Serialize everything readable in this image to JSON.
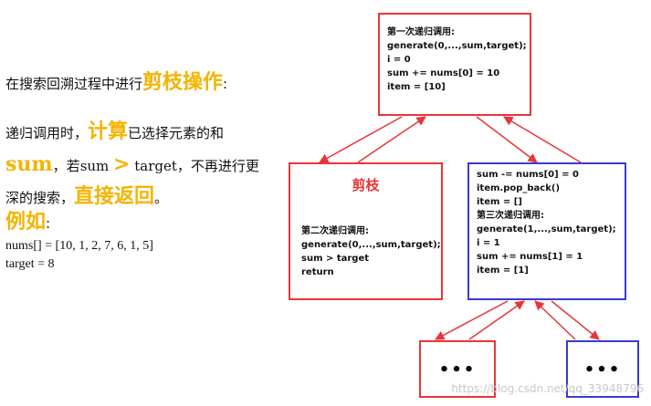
{
  "left": {
    "line1_prefix": "在搜索回溯过程中进行",
    "line1_em": "剪枝操作",
    "line1_suffix": ":",
    "l2_a": "递归调用时，",
    "l2_em": "计算",
    "l2_b": "已选择元素的和",
    "l3_em": "sum",
    "l3_a": "，若",
    "l3_b": "sum ",
    "l3_gt": ">",
    "l3_c": " target",
    "l3_d": "，不再进行更",
    "l4_a": "深的搜索，",
    "l4_em": "直接返回",
    "l4_b": "。",
    "example_em": "例如",
    "example_colon": ":",
    "nums": "nums[] = [10, 1, 2, 7, 6, 1, 5]",
    "target": "target = 8"
  },
  "boxes": {
    "top": [
      "第一次递归调用:",
      "generate(0,...,sum,target);",
      "i = 0",
      "sum += nums[0] = 10",
      "item = [10]"
    ],
    "prune_title": "剪枝",
    "prune": [
      "第二次递归调用:",
      "generate(0,...,sum,target);",
      "sum > target",
      "return"
    ],
    "right": [
      "sum -= nums[0] = 0",
      "item.pop_back()",
      "item = []",
      "第三次递归调用:",
      "generate(1,...,sum,target);",
      "i = 1",
      "sum += nums[1] = 1",
      "item = [1]"
    ],
    "dots_left": "•••",
    "dots_right": "•••"
  },
  "watermark": "https://blog.csdn.net/qq_33948796",
  "colors": {
    "red": "#e8353a",
    "blue": "#3a3ad0",
    "accent": "#f4b400"
  }
}
